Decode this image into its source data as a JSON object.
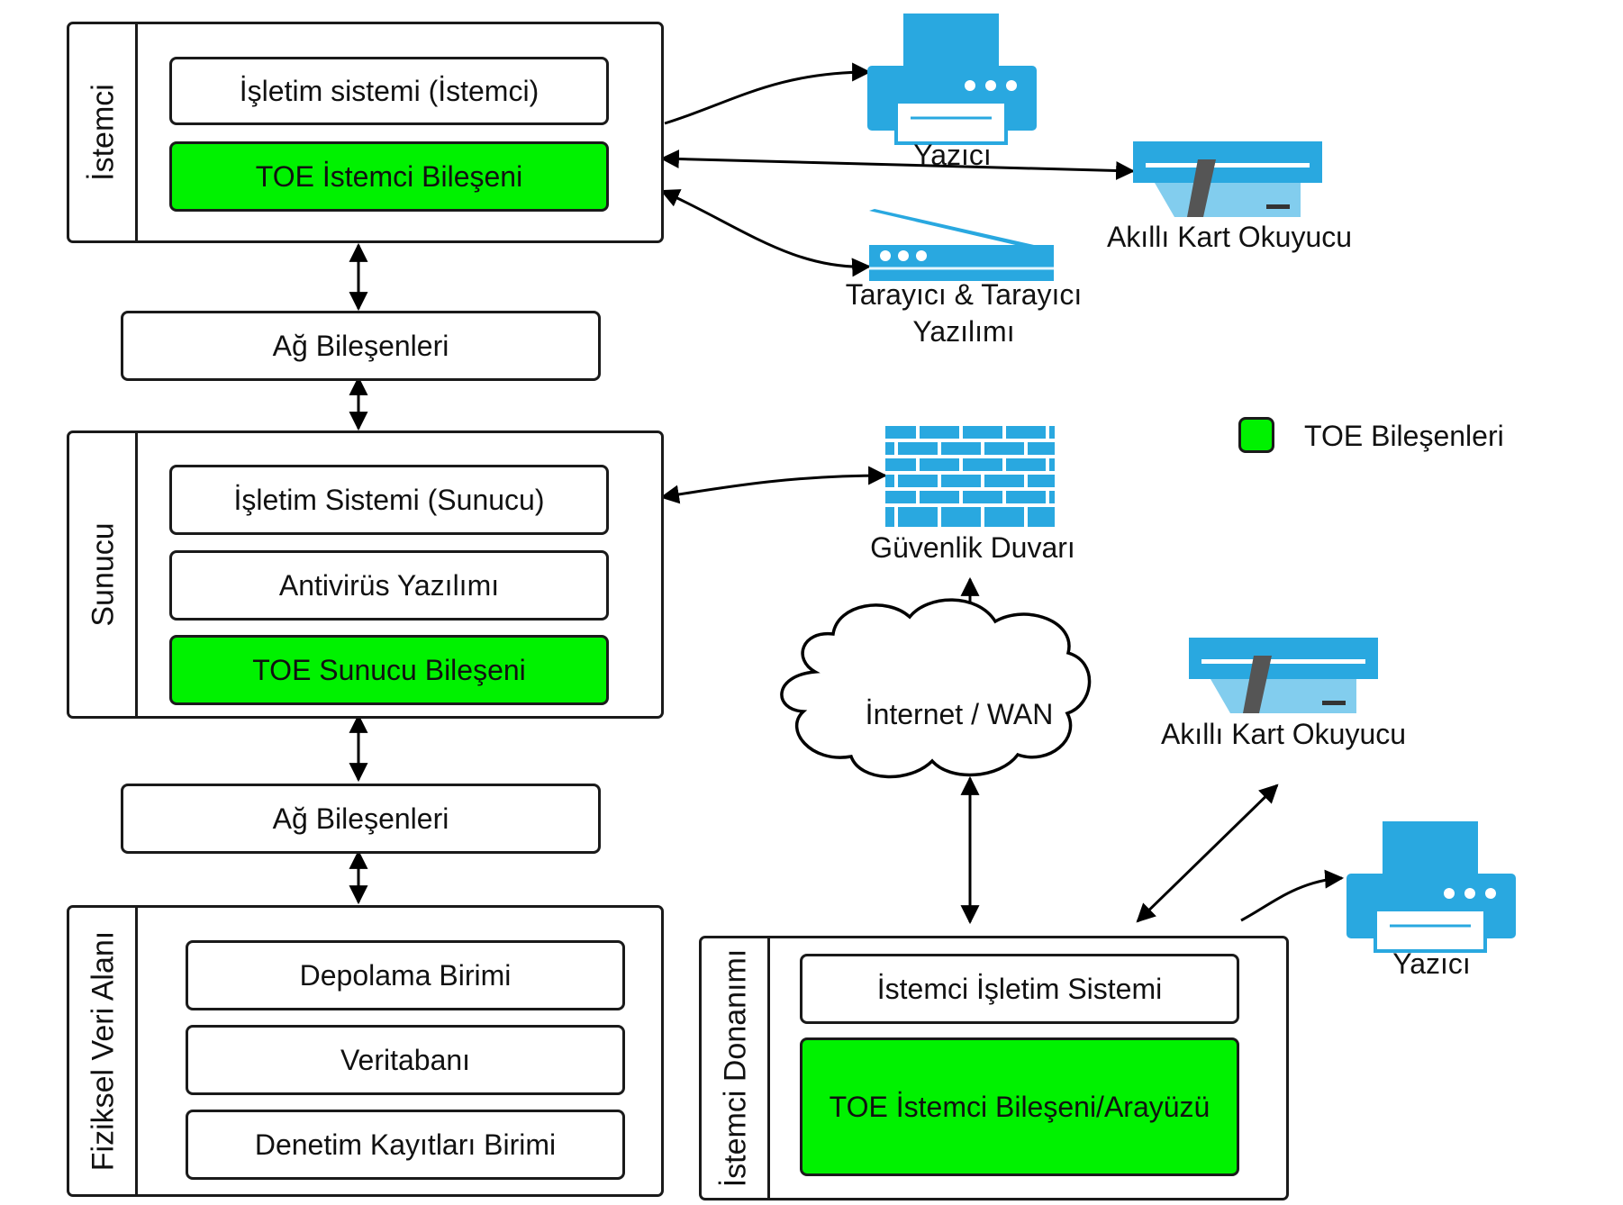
{
  "legend": {
    "toe_label": "TOE Bileşenleri"
  },
  "client": {
    "rail_label": "İstemci",
    "os": "İşletim sistemi (İstemci)",
    "toe": "TOE İstemci Bileşeni"
  },
  "network_1": "Ağ Bileşenleri",
  "server": {
    "rail_label": "Sunucu",
    "os": "İşletim Sistemi (Sunucu)",
    "antivirus": "Antivirüs Yazılımı",
    "toe": "TOE Sunucu Bileşeni"
  },
  "network_2": "Ağ Bileşenleri",
  "physical": {
    "rail_label": "Fiziksel Veri Alanı",
    "storage": "Depolama Birimi",
    "database": "Veritabanı",
    "audit": "Denetim Kayıtları Birimi"
  },
  "client_hw": {
    "rail_label": "İstemci Donanımı",
    "os": "İstemci İşletim Sistemi",
    "toe": "TOE İstemci Bileşeni/Arayüzü"
  },
  "devices": {
    "printer_top": "Yazıcı",
    "card_reader_top": "Akıllı Kart Okuyucu",
    "scanner_line1": "Tarayıcı & Tarayıcı",
    "scanner_line2": "Yazılımı",
    "firewall": "Güvenlik Duvarı",
    "internet": "İnternet / WAN",
    "card_reader_bottom": "Akıllı Kart Okuyucu",
    "printer_bottom": "Yazıcı"
  },
  "colors": {
    "toe_green": "#00f200",
    "device_blue": "#29a8e0",
    "device_light_blue": "#82cdee",
    "border": "#1a1a1a"
  }
}
